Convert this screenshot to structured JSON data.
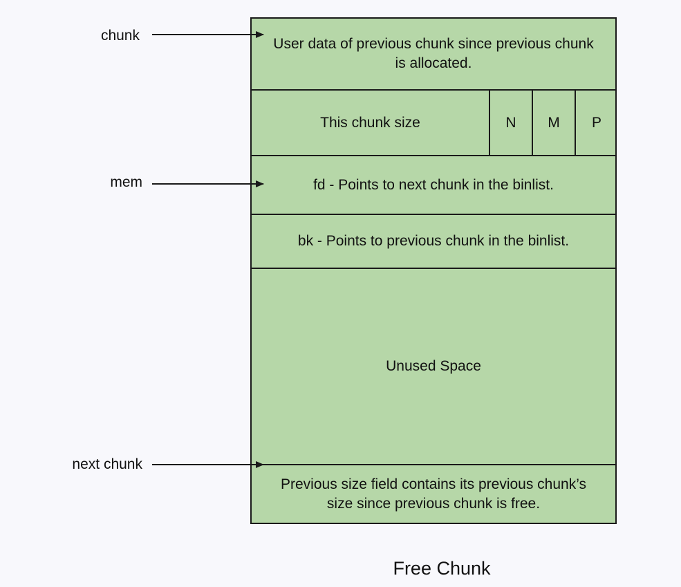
{
  "diagram": {
    "rows": {
      "user_data": "User data of previous chunk since previous chunk is allocated.",
      "chunk_size": "This chunk size",
      "flags": [
        "N",
        "M",
        "P"
      ],
      "fd": "fd - Points to next chunk in the binlist.",
      "bk": "bk - Points to previous chunk in the binlist.",
      "unused": "Unused Space",
      "prev_size": "Previous size field contains its previous chunk’s size since previous chunk is free."
    },
    "pointers": {
      "chunk": "chunk",
      "mem": "mem",
      "next_chunk": "next chunk"
    },
    "caption": "Free Chunk",
    "colors": {
      "fill": "#b6d7a8",
      "border": "#1a1a1a"
    }
  }
}
